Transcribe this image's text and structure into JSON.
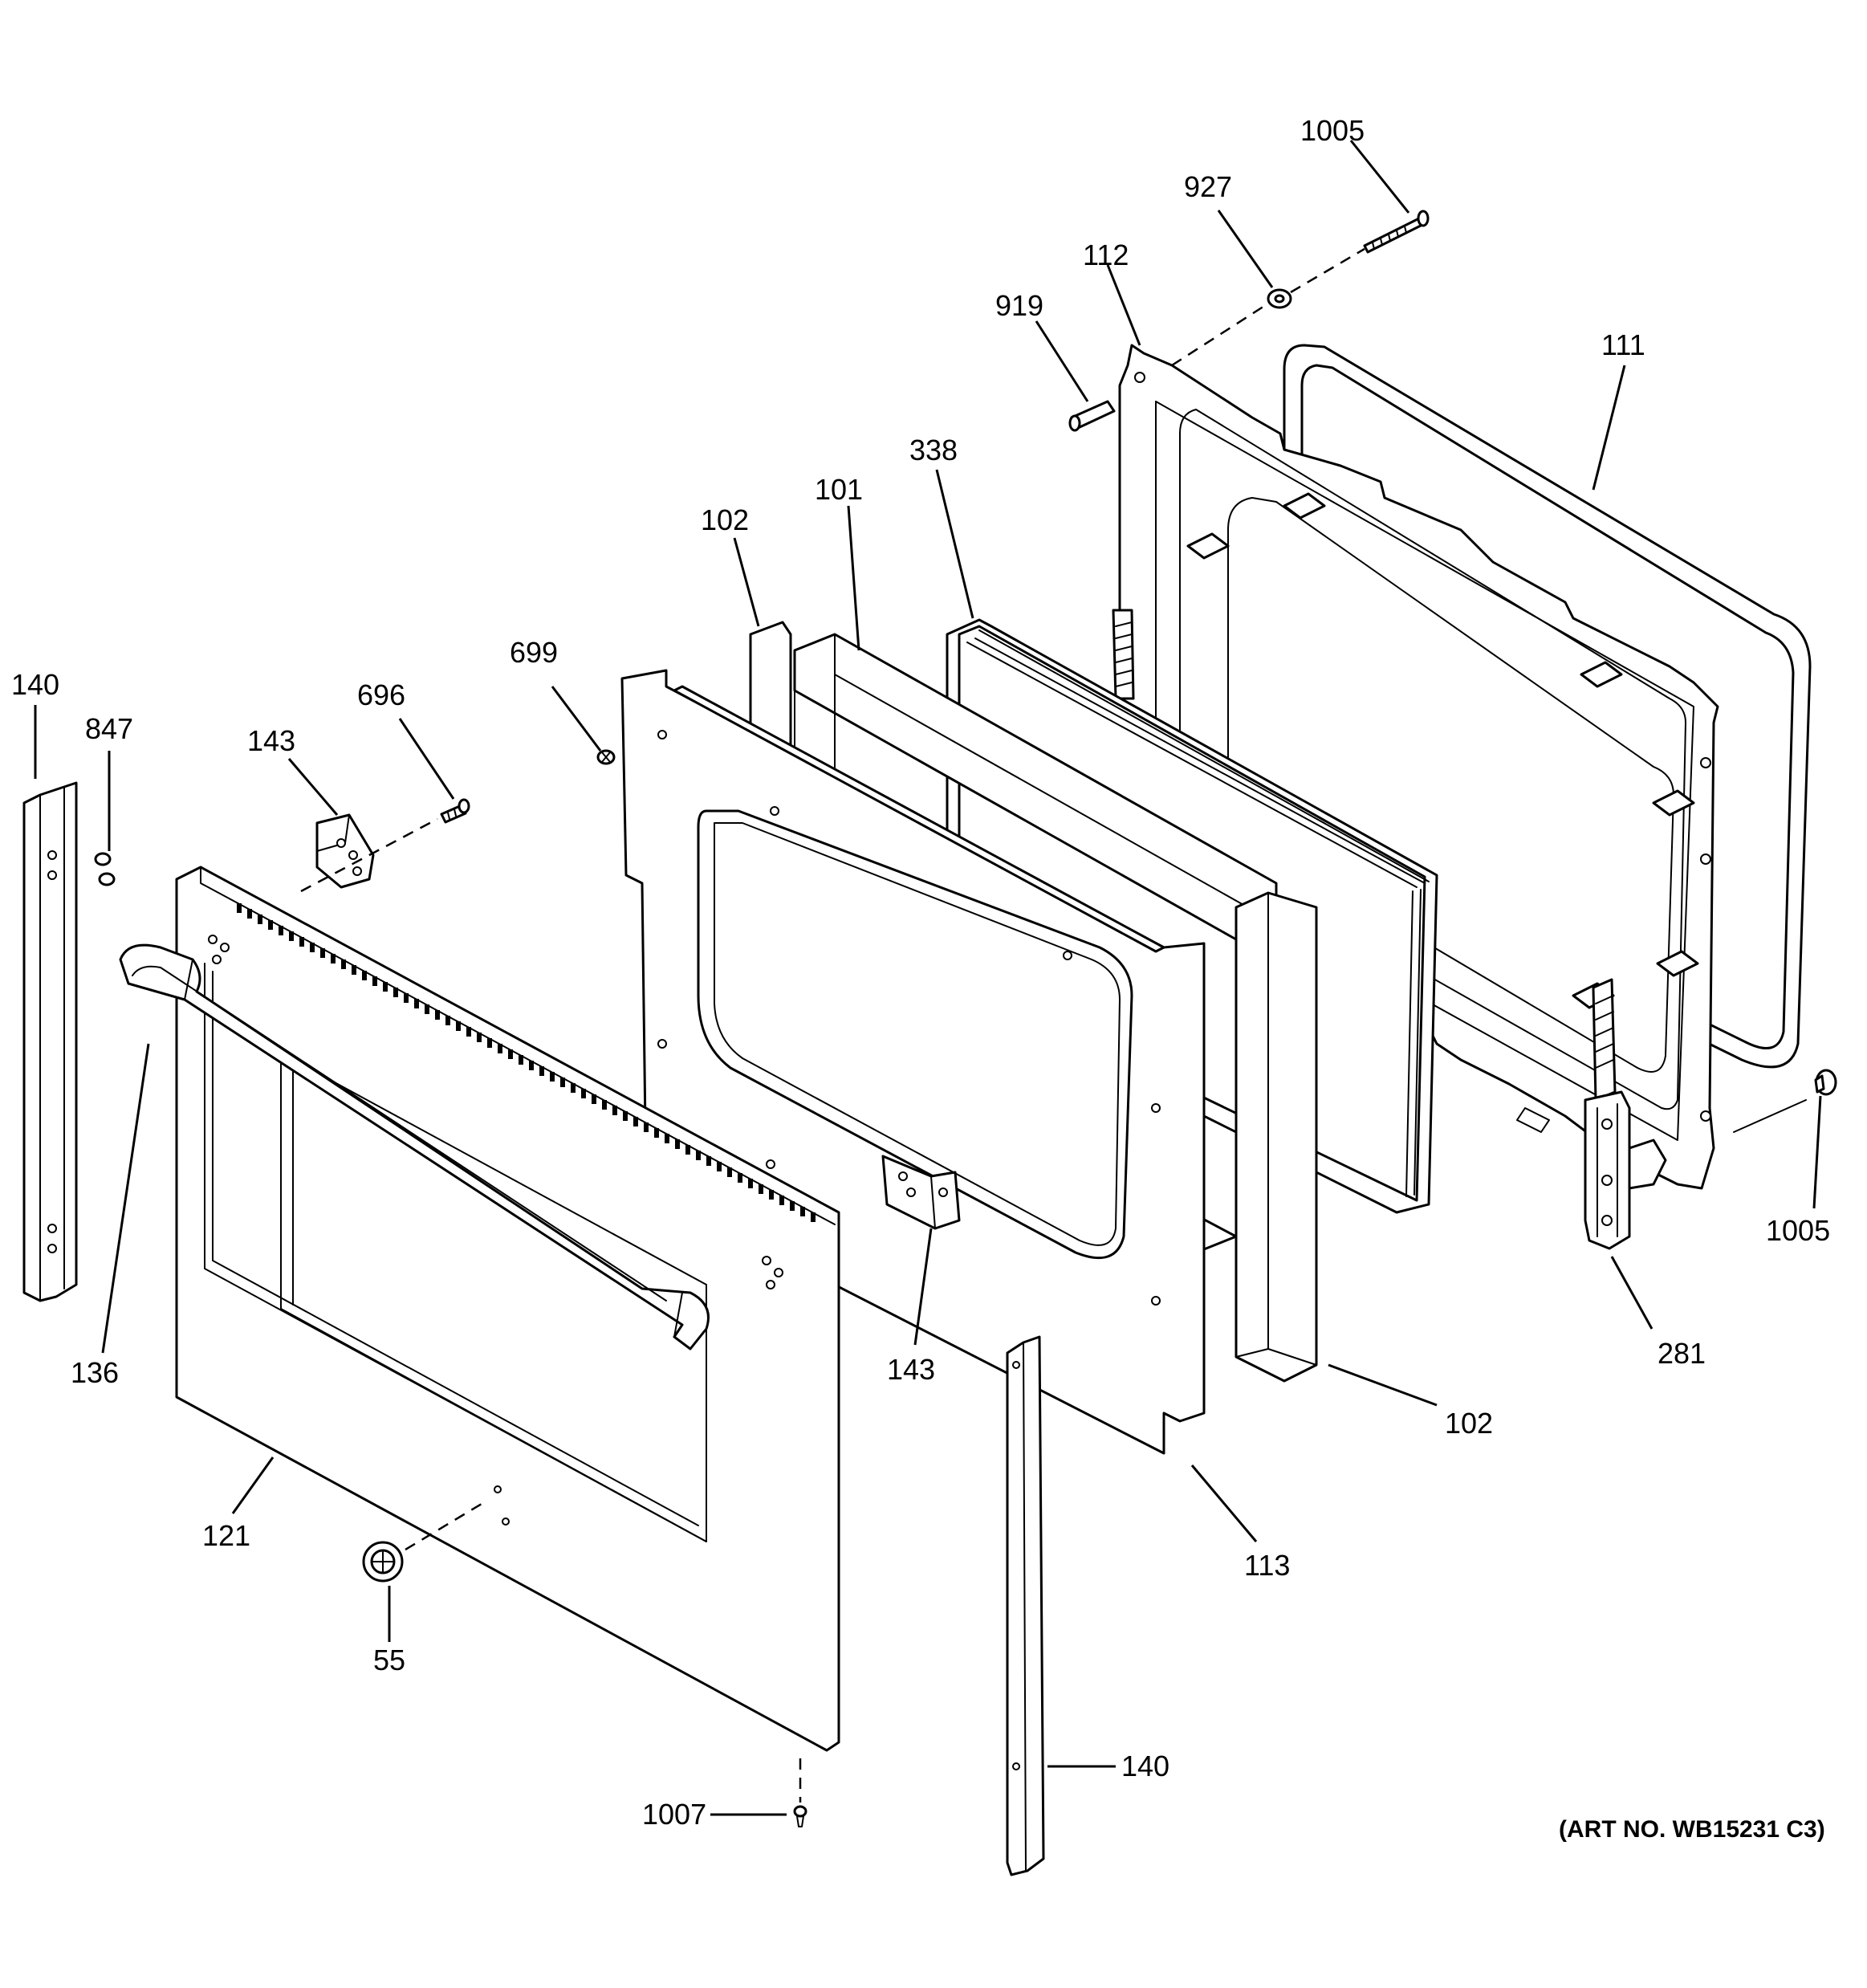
{
  "callouts": {
    "c1005_top": "1005",
    "c927": "927",
    "c112": "112",
    "c919": "919",
    "c111": "111",
    "c338": "338",
    "c101": "101",
    "c102_top": "102",
    "c699": "699",
    "c140_left": "140",
    "c847": "847",
    "c143_left": "143",
    "c696": "696",
    "c136": "136",
    "c121": "121",
    "c55": "55",
    "c1007": "1007",
    "c140_bottom": "140",
    "c143_mid": "143",
    "c113": "113",
    "c102_right": "102",
    "c281": "281",
    "c1005_right": "1005"
  },
  "art_number": "(ART NO. WB15231 C3)"
}
